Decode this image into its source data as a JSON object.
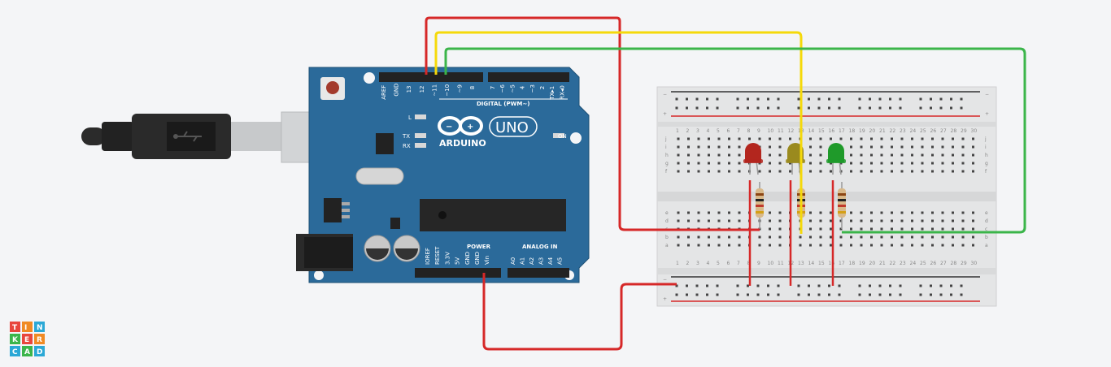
{
  "arduino": {
    "brand": "ARDUINO",
    "model": "UNO",
    "digital_label": "DIGITAL (PWM~)",
    "power_label": "POWER",
    "analog_label": "ANALOG IN",
    "on_label": "ON",
    "l_label": "L",
    "tx_label": "TX",
    "rx_label": "RX",
    "digital_pins": [
      "AREF",
      "GND",
      "13",
      "12",
      "~11",
      "~10",
      "~9",
      "8",
      "7",
      "~6",
      "~5",
      "4",
      "~3",
      "2",
      "TX▸1",
      "RX◂0"
    ],
    "power_pins": [
      "IOREF",
      "RESET",
      "3.3V",
      "5V",
      "GND",
      "GND",
      "Vin"
    ],
    "analog_pins": [
      "A0",
      "A1",
      "A2",
      "A3",
      "A4",
      "A5"
    ]
  },
  "breadboard": {
    "column_numbers": [
      "1",
      "2",
      "3",
      "4",
      "5",
      "6",
      "7",
      "8",
      "9",
      "10",
      "11",
      "12",
      "13",
      "14",
      "15",
      "16",
      "17",
      "18",
      "19",
      "20",
      "21",
      "22",
      "23",
      "24",
      "25",
      "26",
      "27",
      "28",
      "29",
      "30"
    ],
    "top_row_letters": [
      "j",
      "i",
      "h",
      "g",
      "f"
    ],
    "bottom_row_letters": [
      "e",
      "d",
      "c",
      "b",
      "a"
    ],
    "rail_minus": "−",
    "rail_plus": "+"
  },
  "components": {
    "led_colors": [
      "#b3261e",
      "#9a8a1e",
      "#1f9a2a"
    ],
    "wire_colors": {
      "red": "#d62828",
      "yellow": "#f5d90a",
      "green": "#3bb54a"
    }
  },
  "logo": {
    "letters": [
      "T",
      "I",
      "N",
      "K",
      "E",
      "R",
      "C",
      "A",
      "D"
    ],
    "colors": [
      "#e8463c",
      "#f08a24",
      "#2ba8d6",
      "#3bb54a",
      "#e8463c",
      "#f08a24",
      "#2ba8d6",
      "#3bb54a",
      "#2ba8d6"
    ]
  },
  "icons": {
    "usb_icon": "usb-icon",
    "arduino_logo": "infinity-icon"
  }
}
